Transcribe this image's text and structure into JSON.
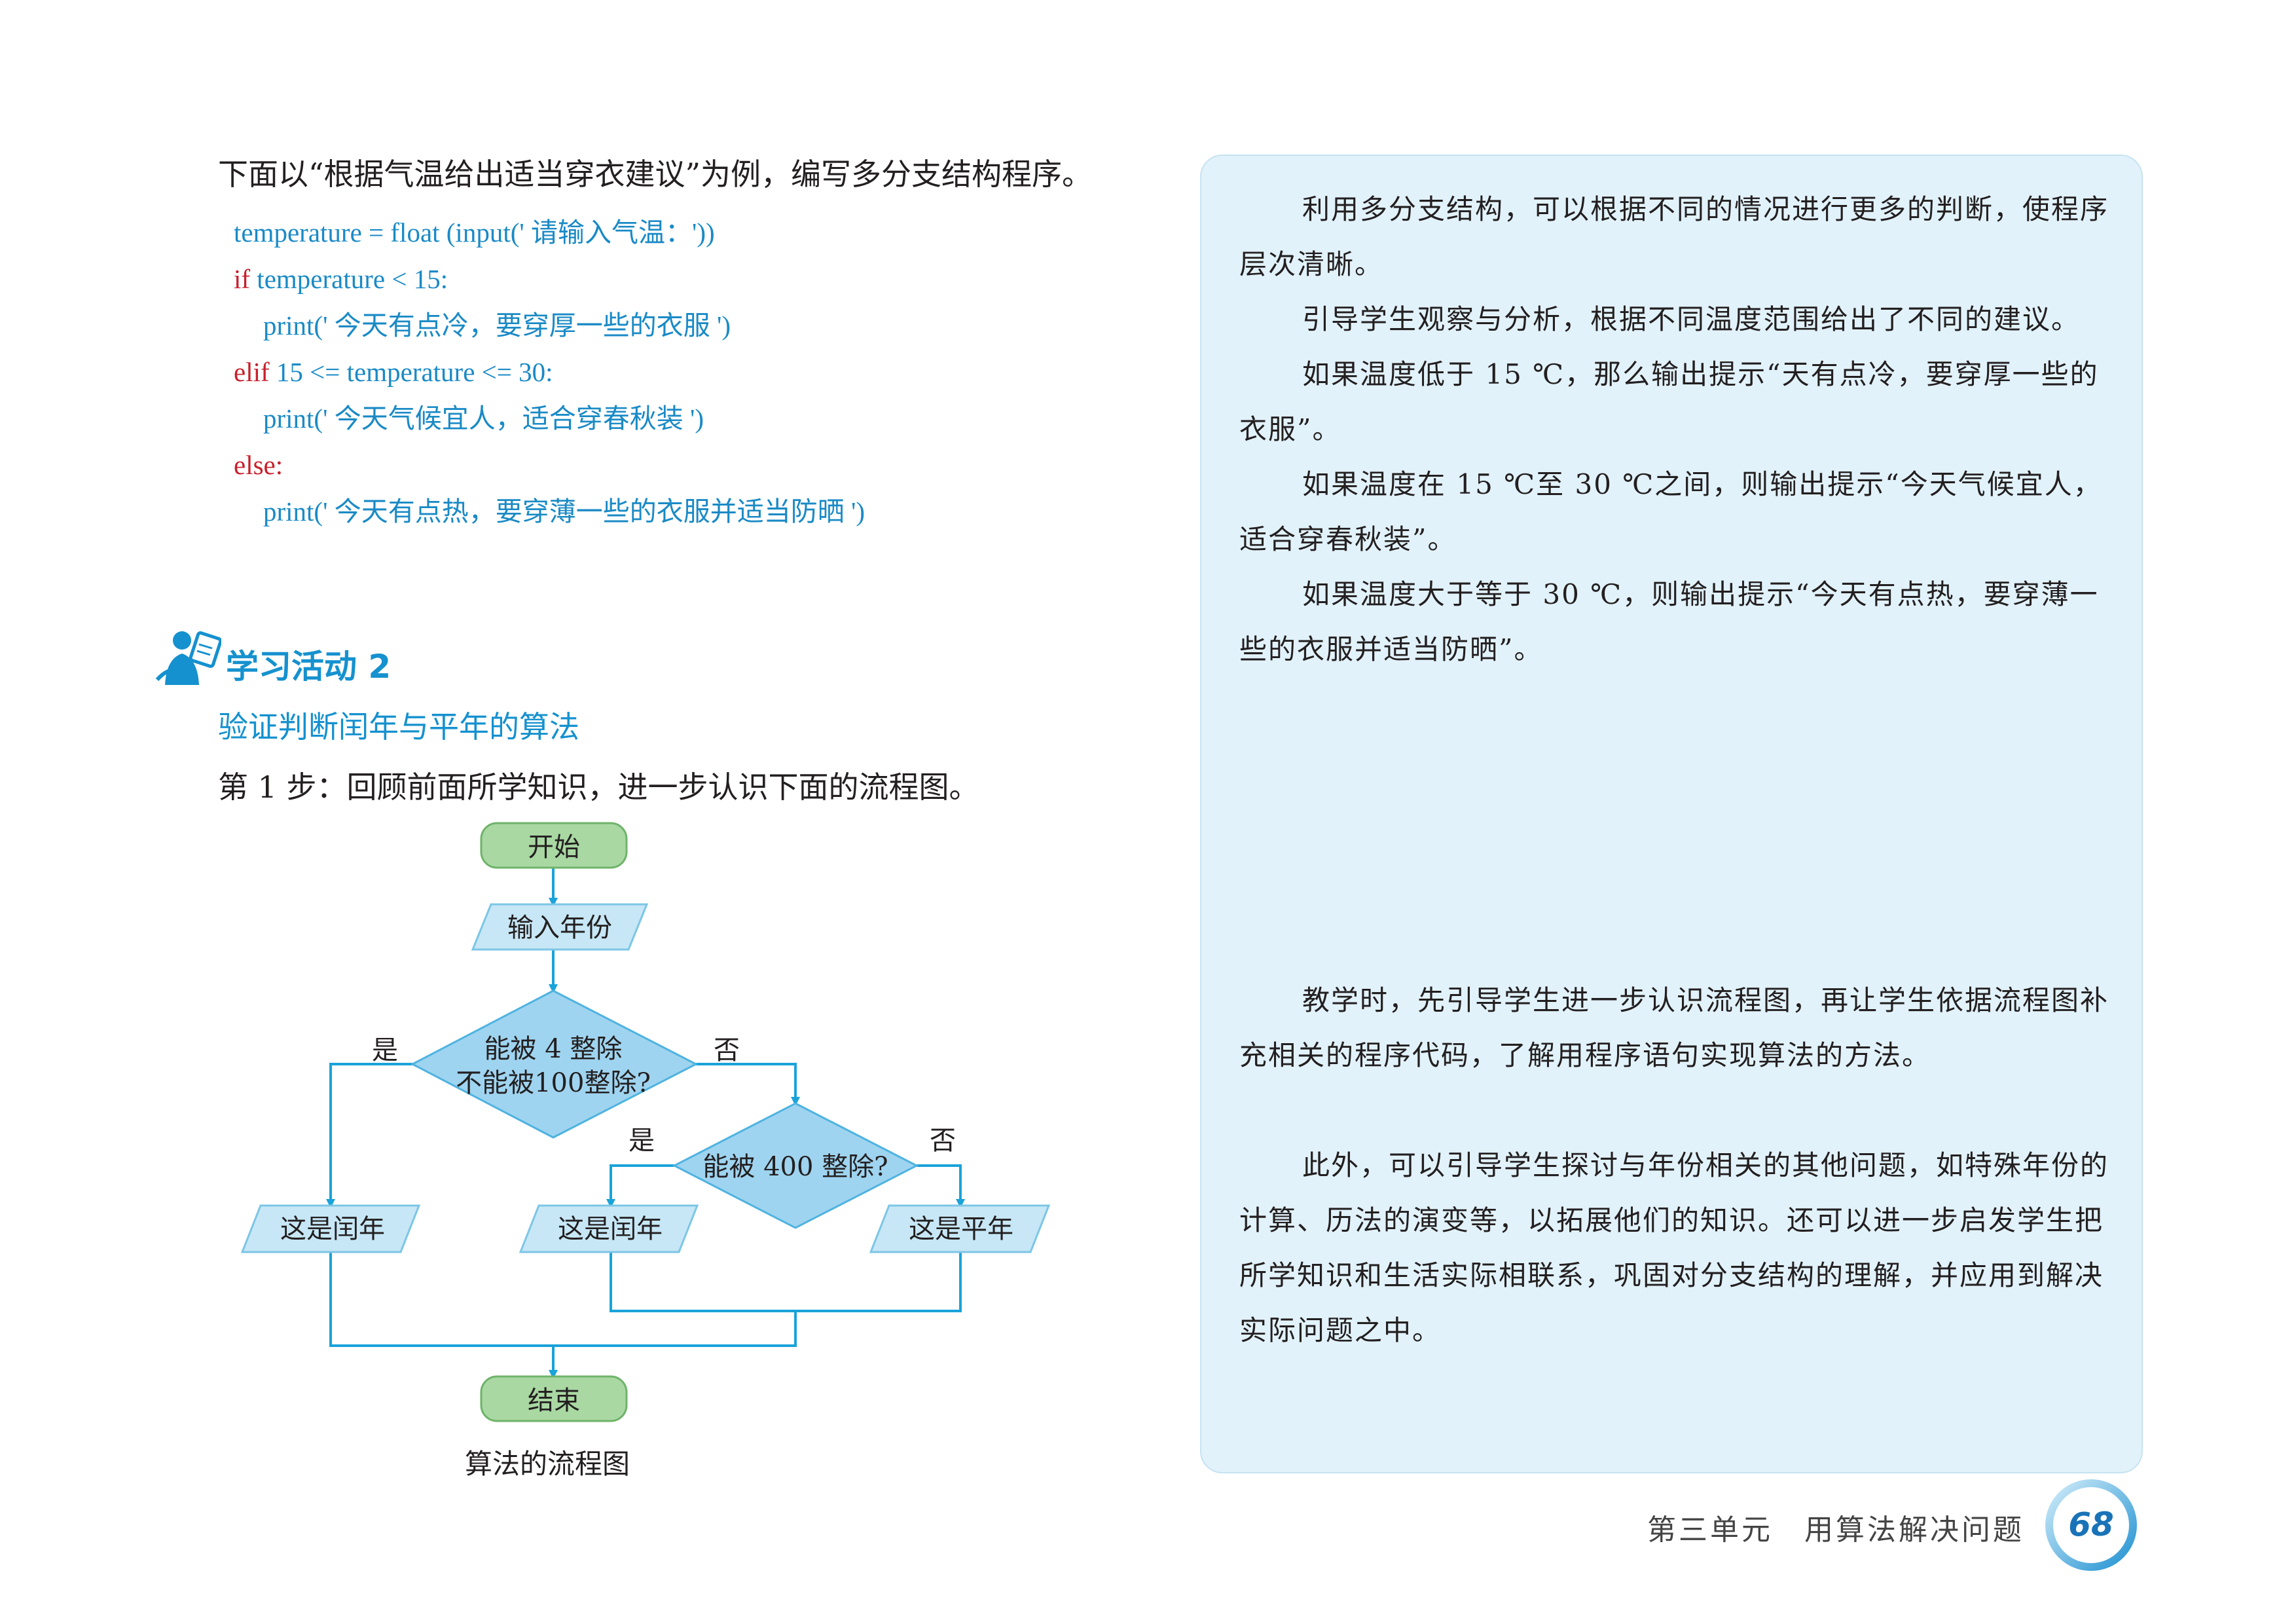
{
  "intro": "下面以“根据气温给出适当穿衣建议”为例，编写多分支结构程序。",
  "code": {
    "l1": "temperature = float (input(' 请输入气温：'))",
    "l2_kw": "if",
    "l2": " temperature < 15:",
    "l3": "print(' 今天有点冷，要穿厚一些的衣服 ')",
    "l4_kw": "elif",
    "l4": " 15 <= temperature <= 30:",
    "l5": "print(' 今天气候宜人，适合穿春秋装 ')",
    "l6_kw": "else:",
    "l7": "print(' 今天有点热，要穿薄一些的衣服并适当防晒 ')"
  },
  "activity": {
    "title": "学习活动 2",
    "subtitle": "验证判断闰年与平年的算法",
    "step1": "第 1 步：回顾前面所学知识，进一步认识下面的流程图。"
  },
  "flowchart": {
    "start": "开始",
    "input": "输入年份",
    "cond1_line1": "能被 4 整除",
    "cond1_line2": "不能被100整除?",
    "cond2": "能被 400 整除?",
    "yes1": "是",
    "no1": "否",
    "yes2": "是",
    "no2": "否",
    "leap1": "这是闰年",
    "leap2": "这是闰年",
    "common": "这是平年",
    "end": "结束",
    "caption": "算法的流程图"
  },
  "sidebar": {
    "p1": "利用多分支结构，可以根据不同的情况进行更多的判断，使程序层次清晰。",
    "p2": "引导学生观察与分析，根据不同温度范围给出了不同的建议。",
    "p3": "如果温度低于 15 ℃，那么输出提示“天有点冷，要穿厚一些的衣服”。",
    "p4": "如果温度在 15 ℃至 30 ℃之间，则输出提示“今天气候宜人，适合穿春秋装”。",
    "p5": "如果温度大于等于 30 ℃，则输出提示“今天有点热，要穿薄一些的衣服并适当防晒”。",
    "p6": "教学时，先引导学生进一步认识流程图，再让学生依据流程图补充相关的程序代码，了解用程序语句实现算法的方法。",
    "p7": "此外，可以引导学生探讨与年份相关的其他问题，如特殊年份的计算、历法的演变等，以拓展他们的知识。还可以进一步启发学生把所学知识和生活实际相联系，巩固对分支结构的理解，并应用到解决实际问题之中。"
  },
  "footer": {
    "unit": "第三单元　用算法解决问题",
    "page": "68"
  },
  "colors": {
    "accent": "#1591cf",
    "keyword": "#c8202c",
    "panel_bg": "#e2f2fa",
    "terminal_fill": "#a9d8a3",
    "shape_fill": "#c7e7f6",
    "diamond_fill": "#9fd4f0"
  }
}
